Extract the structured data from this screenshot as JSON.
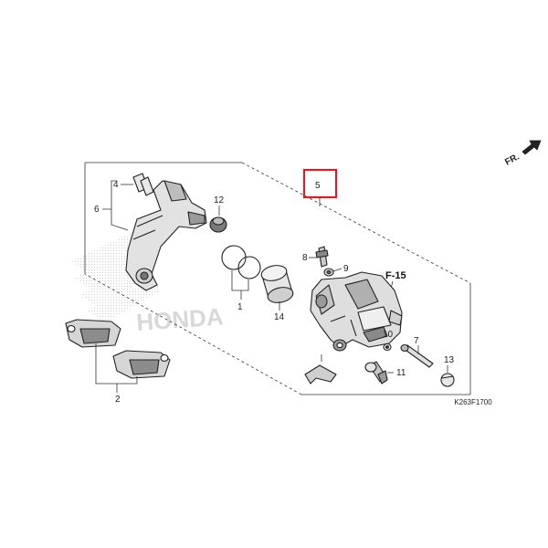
{
  "callouts": {
    "c1": "1",
    "c2": "2",
    "c4": "4",
    "c5": "5",
    "c6": "6",
    "c7": "7",
    "c8": "8",
    "c9": "9",
    "c10": "10",
    "c11": "11",
    "c12": "12",
    "c13": "13",
    "c14": "14"
  },
  "reference": "F-15",
  "front_arrow": "FR.",
  "diagram_code": "K263F1700",
  "watermark": "HONDA",
  "colors": {
    "highlight_box": "#d0202a",
    "line": "#222222",
    "part_fill": "#dcdcdc",
    "part_shade": "#8a8a8a"
  }
}
